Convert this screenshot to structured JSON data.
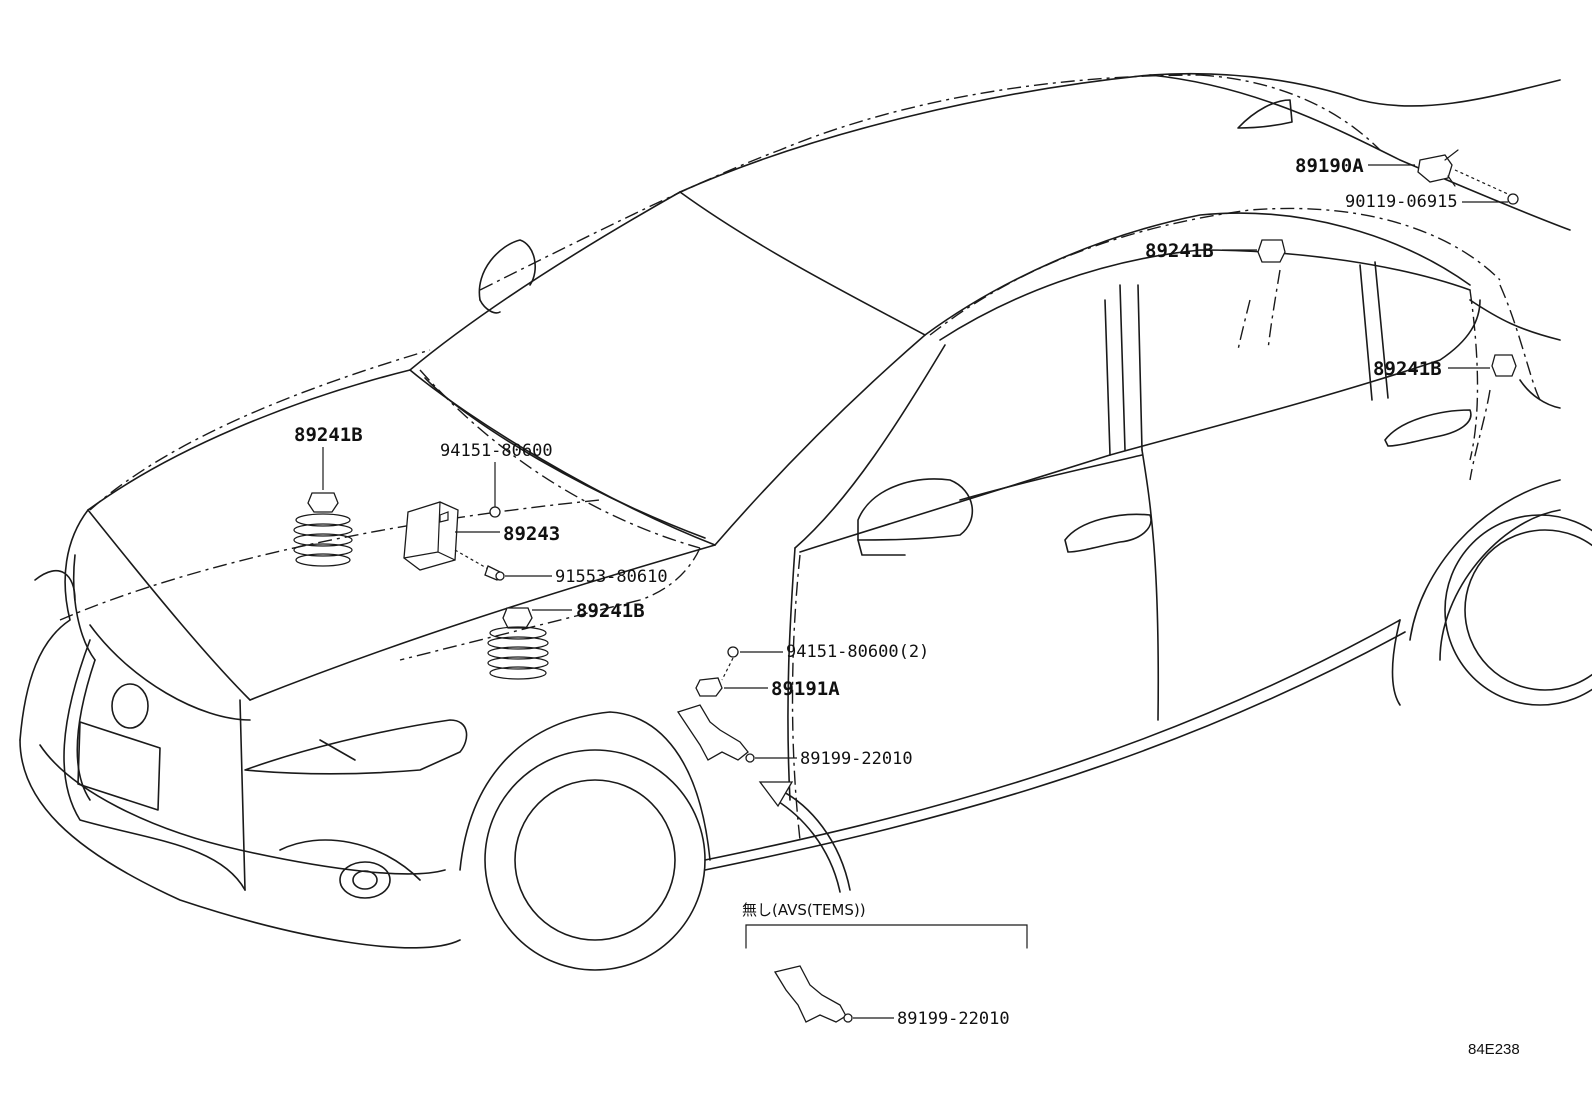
{
  "diagram_code": "84E238",
  "note_label": "無し(AVS(TEMS))",
  "callouts": {
    "c89190a": "89190A",
    "c90119": "90119-06915",
    "c89241b_roof": "89241B",
    "c89241b_rear": "89241B",
    "c89241b_left": "89241B",
    "c94151": "94151-80600",
    "c89243": "89243",
    "c91553": "91553-80610",
    "c89241b_front": "89241B",
    "c94151_2": "94151-80600(2)",
    "c89191a": "89191A",
    "c89199_main": "89199-22010",
    "c89199_inset": "89199-22010"
  }
}
